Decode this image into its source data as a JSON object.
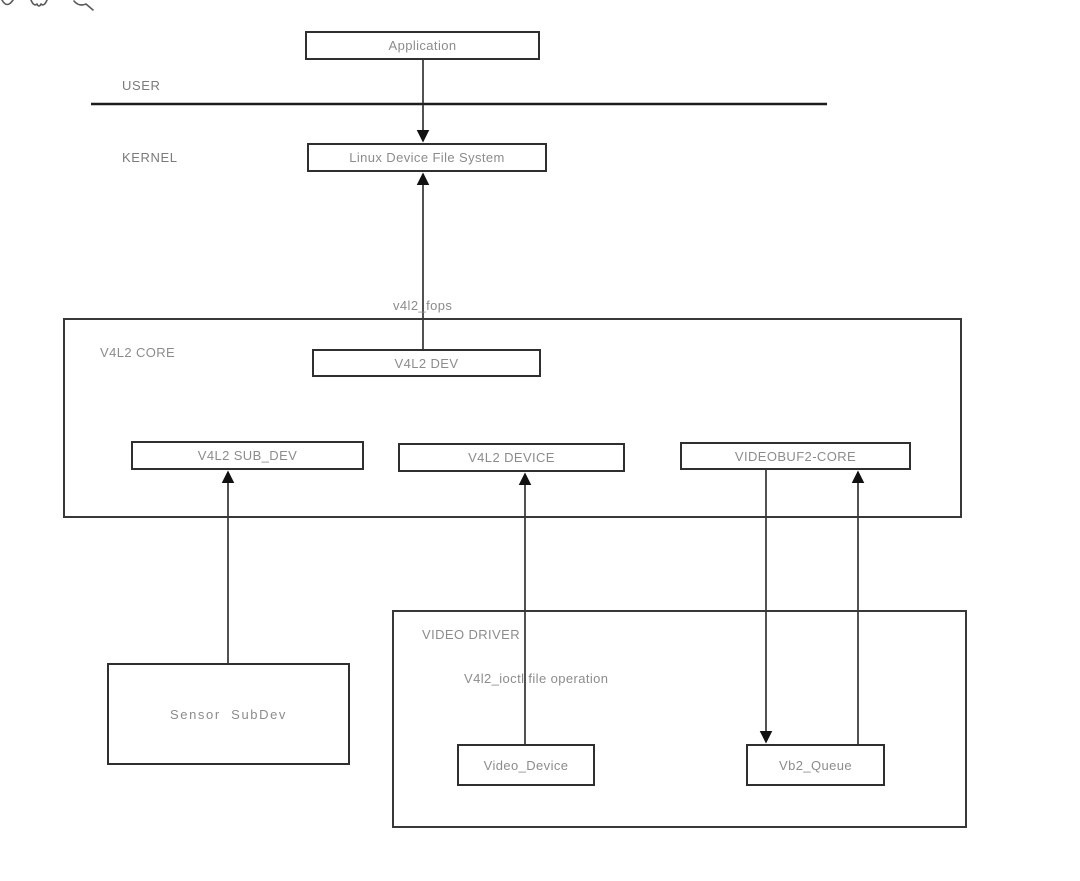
{
  "canvas": {
    "background_color": "#ffffff",
    "box_border_color": "#2f2f2f",
    "box_text_color": "#8c8c8c",
    "edge_color": "#262626"
  },
  "toolbar": {
    "icons": [
      {
        "name": "cursor-icon"
      },
      {
        "name": "shape-icon"
      },
      {
        "name": "zoom-icon"
      }
    ]
  },
  "diagram": {
    "layer_labels": {
      "user": "USER",
      "kernel": "KERNEL"
    },
    "nodes": {
      "application": "Application",
      "linux_device_file_system": "Linux Device File System",
      "v4l2_core": "V4L2 CORE",
      "v4l2_dev": "V4L2 DEV",
      "v4l2_sub_dev": "V4L2 SUB_DEV",
      "v4l2_device": "V4L2 DEVICE",
      "videobuf2_core": "VIDEOBUF2-CORE",
      "sensor_subdev": "Sensor  SubDev",
      "video_driver": "VIDEO DRIVER",
      "video_device": "Video_Device",
      "vb2_queue": "Vb2_Queue"
    },
    "annotations": {
      "v4l2_fops": "v4l2_fops",
      "v4l2_ioctl": "V4l2_ioctl file operation"
    }
  }
}
